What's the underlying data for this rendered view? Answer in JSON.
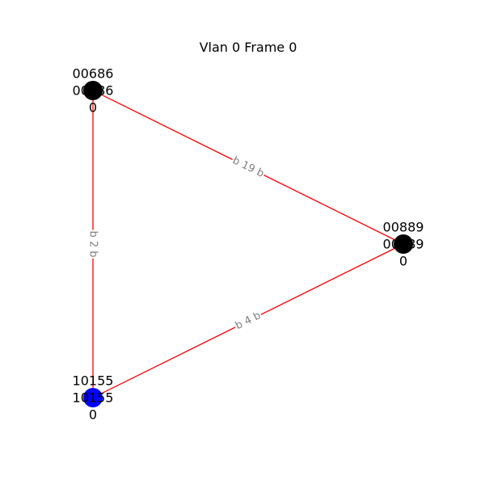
{
  "title": "Vlan 0 Frame 0",
  "colors": {
    "edge": "#ff0000",
    "edge_label": "#808080",
    "background": "#ffffff"
  },
  "nodes": [
    {
      "id": "00686",
      "lines": [
        "00686",
        "00686",
        "0"
      ],
      "color": "#000000"
    },
    {
      "id": "00889",
      "lines": [
        "00889",
        "00889",
        "0"
      ],
      "color": "#000000"
    },
    {
      "id": "10155",
      "lines": [
        "10155",
        "10155",
        "0"
      ],
      "color": "#0000ff"
    }
  ],
  "edges": [
    {
      "from": "00686",
      "to": "00889",
      "label": "b 19 b"
    },
    {
      "from": "00686",
      "to": "10155",
      "label": "b 2 b"
    },
    {
      "from": "10155",
      "to": "00889",
      "label": "b 4 b"
    }
  ]
}
